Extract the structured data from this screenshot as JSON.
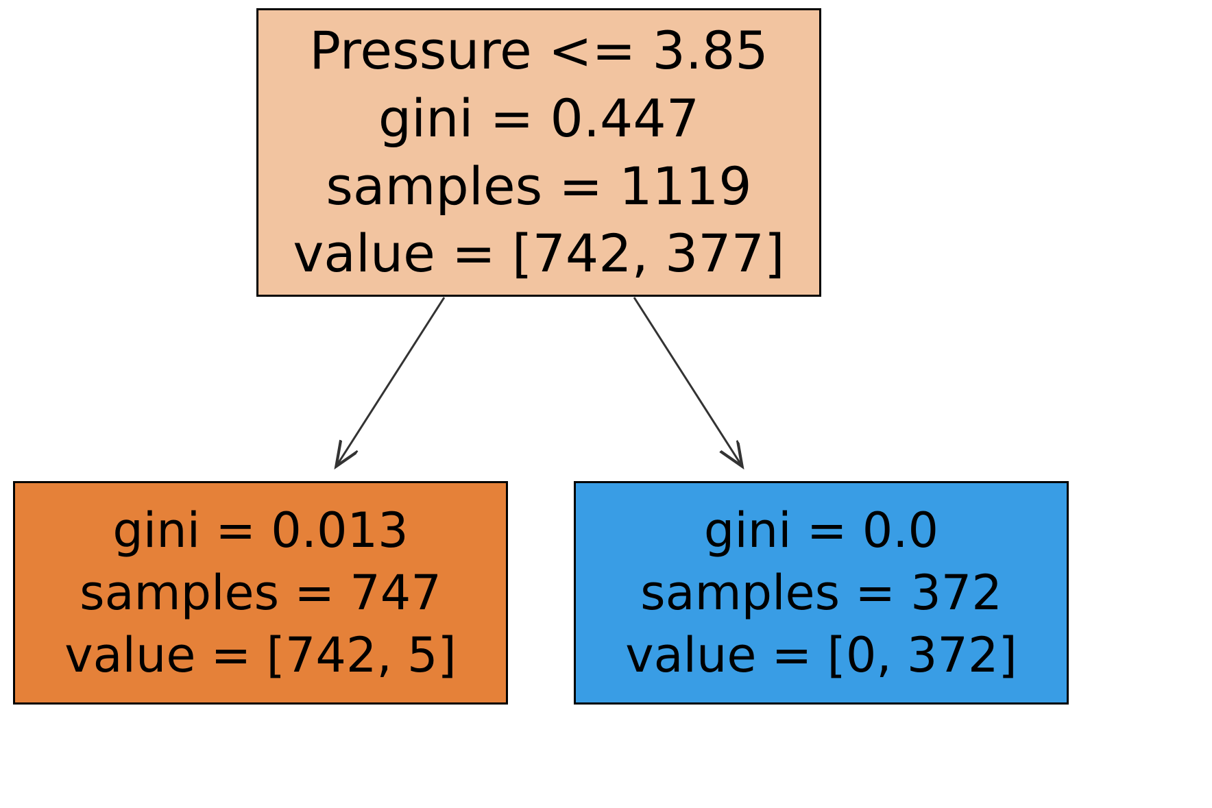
{
  "figure": {
    "type": "decision-tree-diagram",
    "background_color": "#ffffff",
    "edge_color": "#000000"
  },
  "chart_data": {
    "type": "tree",
    "title": "",
    "criterion": "gini",
    "feature_names": [
      "Pressure"
    ],
    "class_count": 2,
    "nodes": [
      {
        "id": "root",
        "role": "root",
        "condition": "Pressure <= 3.85",
        "gini": 0.447,
        "samples": 1119,
        "value": [
          742,
          377
        ],
        "fill": "#f2c4a0",
        "lines": [
          "Pressure <= 3.85",
          "gini = 0.447",
          "samples = 1119",
          "value = [742, 377]"
        ]
      },
      {
        "id": "left",
        "role": "leaf",
        "branch": "true",
        "gini": 0.013,
        "samples": 747,
        "value": [
          742,
          5
        ],
        "fill": "#e58139",
        "lines": [
          "gini = 0.013",
          "samples = 747",
          "value = [742, 5]"
        ]
      },
      {
        "id": "right",
        "role": "leaf",
        "branch": "false",
        "gini": 0.0,
        "samples": 372,
        "value": [
          0,
          372
        ],
        "fill": "#399de5",
        "lines": [
          "gini = 0.0",
          "samples = 372",
          "value = [0, 372]"
        ]
      }
    ],
    "edges": [
      {
        "from": "root",
        "to": "left",
        "label": ""
      },
      {
        "from": "root",
        "to": "right",
        "label": ""
      }
    ]
  },
  "nodes": {
    "root": {
      "line1": "Pressure <= 3.85",
      "line2": "gini = 0.447",
      "line3": "samples = 1119",
      "line4": "value = [742, 377]"
    },
    "left": {
      "line1": "gini = 0.013",
      "line2": "samples = 747",
      "line3": "value = [742, 5]"
    },
    "right": {
      "line1": "gini = 0.0",
      "line2": "samples = 372",
      "line3": "value = [0, 372]"
    }
  }
}
